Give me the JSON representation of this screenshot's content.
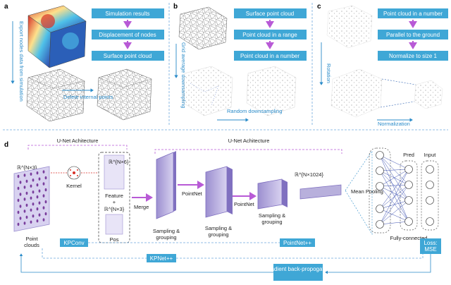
{
  "panels": {
    "a": {
      "letter": "a",
      "boxes": [
        "Simulation results",
        "Displacement of nodes",
        "Surface point cloud"
      ],
      "side_label": "Export nodes data from simulation",
      "bottom_label": "Delete internal points"
    },
    "b": {
      "letter": "b",
      "boxes": [
        "Surface point cloud",
        "Point cloud in a range",
        "Point cloud in a number"
      ],
      "side_label": "Grid average downsampling",
      "bottom_label": "Random downsampling"
    },
    "c": {
      "letter": "c",
      "boxes": [
        "Point cloud in a number",
        "Parallel to the ground",
        "Normalize to size 1"
      ],
      "side_label": "Rotation",
      "bottom_label": "Normalization"
    },
    "d": {
      "letter": "d",
      "unet_left": "U-Net Achitecture",
      "unet_right": "U-Net Achitecture",
      "input_dim": "ℝ^{N×3}",
      "feat_dim": "ℝ^{N×6}",
      "plus": "+",
      "pos_dim": "ℝ^{N×3}",
      "out_dim": "ℝ^{N×1024}",
      "kernel": "Kernel",
      "feature": "Feature",
      "pos": "Pos",
      "merge": "Merge",
      "point_clouds": "Point clouds",
      "pointnet1": "PointNet",
      "pointnet2": "PointNet",
      "sg1": "Sampling & grouping",
      "sg2": "Sampling & grouping",
      "sg3": "Sampling & grouping",
      "mean_pooling": "Mean Pooling",
      "pred": "Pred",
      "input": "Input",
      "fully_connected": "Fully-connected",
      "kpconv": "KPConv",
      "pointnetpp": "PointNet++",
      "kpnetpp": "KPNet++",
      "gradient": "Gradient back-propogation",
      "loss": "Loss: MSE"
    }
  },
  "colors": {
    "box_blue": "#3fa7d6",
    "arrow_purple": "#b85ad6",
    "dash_blue": "#6fa8dc",
    "dot_purple": "#7a3e9d"
  }
}
